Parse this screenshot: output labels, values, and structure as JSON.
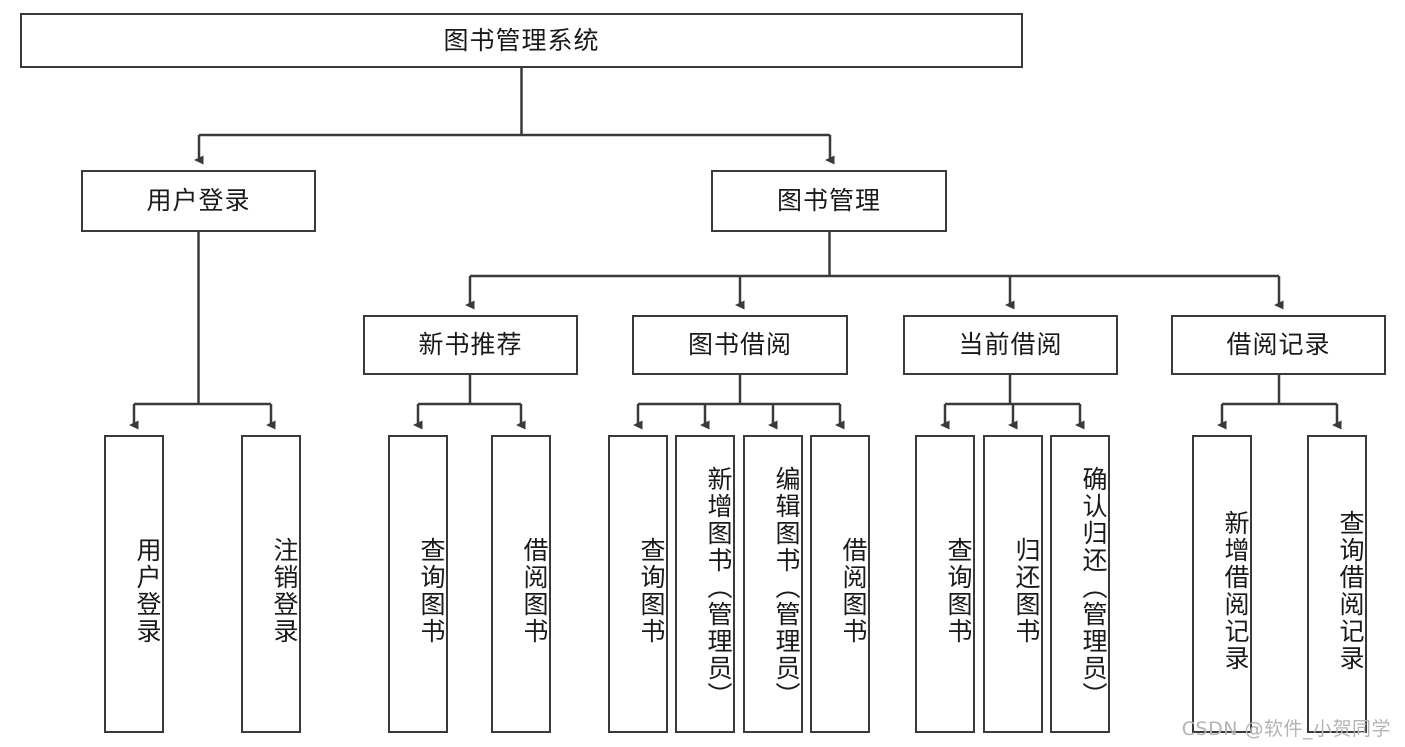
{
  "diagram": {
    "title_node": {
      "label": "图书管理系统"
    },
    "level2": [
      {
        "id": "user-login",
        "label": "用户登录"
      },
      {
        "id": "book-management",
        "label": "图书管理"
      }
    ],
    "level3": [
      {
        "id": "new-book-recommend",
        "label": "新书推荐"
      },
      {
        "id": "book-borrow",
        "label": "图书借阅"
      },
      {
        "id": "current-borrow",
        "label": "当前借阅"
      },
      {
        "id": "borrow-record",
        "label": "借阅记录"
      }
    ],
    "leaves": {
      "user_login": [
        {
          "id": "leaf-user-login",
          "label": "用户登录"
        },
        {
          "id": "leaf-logout-login",
          "label": "注销登录"
        }
      ],
      "new_book_recommend": [
        {
          "id": "leaf-query-book-1",
          "label": "查询图书"
        },
        {
          "id": "leaf-borrow-book-1",
          "label": "借阅图书"
        }
      ],
      "book_borrow": [
        {
          "id": "leaf-query-book-2",
          "label": "查询图书"
        },
        {
          "id": "leaf-add-book",
          "label": "新增图书（管理员）"
        },
        {
          "id": "leaf-edit-book",
          "label": "编辑图书（管理员）"
        },
        {
          "id": "leaf-borrow-book-2",
          "label": "借阅图书"
        }
      ],
      "current_borrow": [
        {
          "id": "leaf-query-book-3",
          "label": "查询图书"
        },
        {
          "id": "leaf-return-book",
          "label": "归还图书"
        },
        {
          "id": "leaf-confirm-return",
          "label": "确认归还（管理员）"
        }
      ],
      "borrow_record": [
        {
          "id": "leaf-add-record",
          "label": "新增借阅记录"
        },
        {
          "id": "leaf-query-record",
          "label": "查询借阅记录"
        }
      ]
    },
    "watermark": "CSDN @软件_小贺同学",
    "colors": {
      "stroke": "#3a3a3a",
      "text": "#1a1a1a",
      "background": "#ffffff",
      "watermark": "#b4b4b4"
    }
  }
}
